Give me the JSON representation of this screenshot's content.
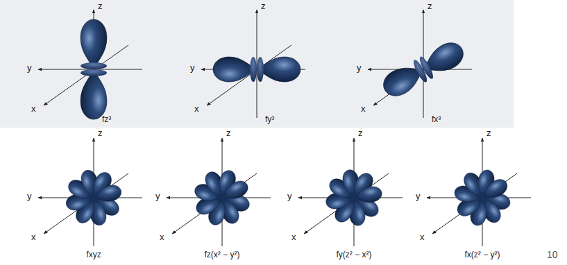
{
  "diagram": {
    "labels": [
      "z",
      "y",
      "x",
      "fz³",
      "z",
      "y",
      "x",
      "fy³",
      "z",
      "y",
      "x",
      "fx³",
      "z",
      "y",
      "x",
      "fxyz",
      "z",
      "y",
      "x",
      "fz(x² − y²)",
      "z",
      "y",
      "x",
      "fy(z² − x²)",
      "z",
      "y",
      "x",
      "fx(z² − y²)",
      "10"
    ]
  }
}
